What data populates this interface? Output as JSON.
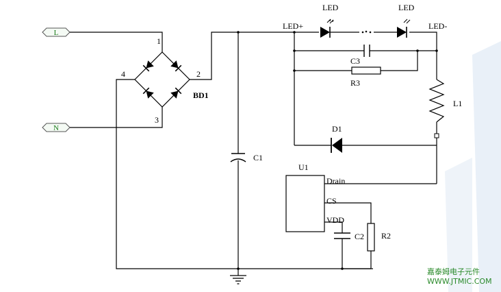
{
  "terminals": {
    "line": "L",
    "neutral": "N"
  },
  "bridge": {
    "name": "BD1",
    "pins": [
      "1",
      "2",
      "3",
      "4"
    ]
  },
  "capacitors": {
    "c1": "C1",
    "c2": "C2",
    "c3": "C3"
  },
  "resistors": {
    "r2": "R2",
    "r3": "R3"
  },
  "inductor": "L1",
  "diode": "D1",
  "leds": {
    "label_1": "LED",
    "label_2": "LED",
    "anode": "LED+",
    "cathode": "LED-"
  },
  "ic": {
    "name": "U1",
    "pins": {
      "drain": "Drain",
      "cs": "CS",
      "vdd": "VDD"
    }
  },
  "watermark": {
    "line1": "嘉泰姆电子元件",
    "line2": "WWW.JTMIC.COM"
  },
  "colors": {
    "wire": "#000000",
    "terminal": "#1a7a1a",
    "watermark": "#2a8a2a",
    "panel": "#e9f0f8"
  }
}
